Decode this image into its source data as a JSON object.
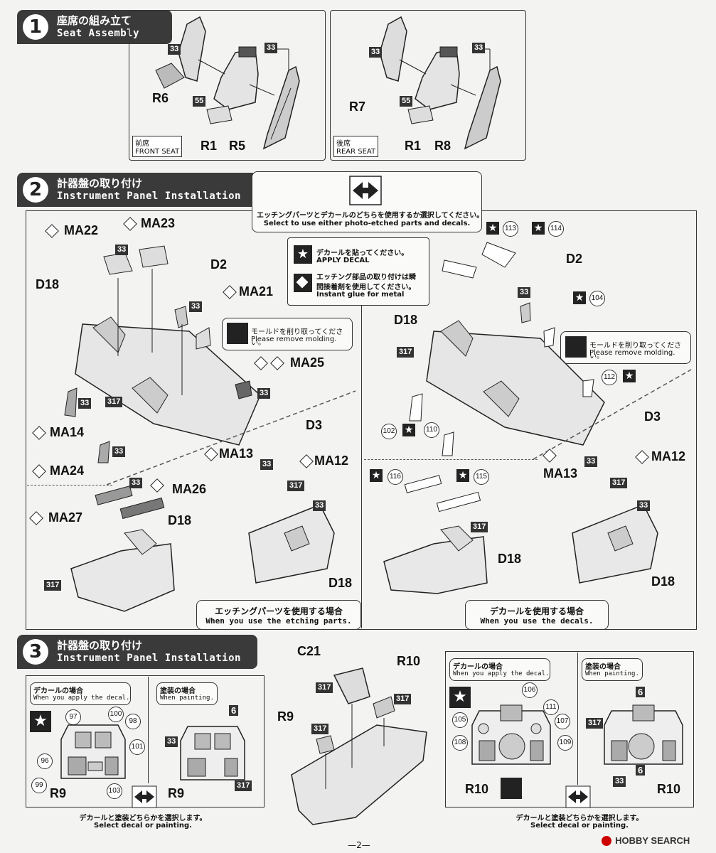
{
  "step1": {
    "number": "1",
    "title_jp": "座席の組み立て",
    "title_en": "Seat Assembly",
    "front_jp": "前席",
    "front_en": "FRONT SEAT",
    "rear_jp": "後席",
    "rear_en": "REAR SEAT",
    "front_parts": {
      "p33a": "33",
      "p33b": "33",
      "p55": "55",
      "r6": "R6",
      "r1": "R1",
      "r5": "R5"
    },
    "rear_parts": {
      "p33a": "33",
      "p33b": "33",
      "p55": "55",
      "r7": "R7",
      "r1": "R1",
      "r8": "R8"
    }
  },
  "step2": {
    "number": "2",
    "title_jp": "計器盤の取り付け",
    "title_en": "Instrument Panel Installation",
    "choose_jp": "エッチングパーツとデカールのどちらを使用するか選択してください。",
    "choose_en": "Select to use either photo-etched parts and decals.",
    "legend_decal_jp": "デカールを貼ってください。",
    "legend_decal_en": "APPLY DECAL",
    "legend_glue_jp1": "エッチング部品の取り付けは瞬",
    "legend_glue_jp2": "間接着剤を使用してください。",
    "legend_glue_en": "Instant glue for metal",
    "mold_jp": "モールドを削り取ってください。",
    "mold_en": "Please remove molding.",
    "etch_jp": "エッチングパーツを使用する場合",
    "etch_en": "When you use the etching parts.",
    "decal_jp": "デカールを使用する場合",
    "decal_en": "When you use the decals.",
    "left": {
      "ma22": "MA22",
      "ma23": "MA23",
      "d2": "D2",
      "d18": "D18",
      "ma21": "MA21",
      "ma25": "MA25",
      "ma14": "MA14",
      "ma24": "MA24",
      "ma13": "MA13",
      "d3": "D3",
      "ma12": "MA12",
      "ma27": "MA27",
      "ma26": "MA26",
      "d18b": "D18",
      "d18c": "D18",
      "n317": "317",
      "n33": "33"
    },
    "right": {
      "c113": "113",
      "c114": "114",
      "d2": "D2",
      "c104": "104",
      "d18": "D18",
      "c112": "112",
      "c102": "102",
      "c110": "110",
      "d3": "D3",
      "ma13": "MA13",
      "ma12": "MA12",
      "c116": "116",
      "c115": "115",
      "d18b": "D18",
      "d18c": "D18",
      "n317": "317",
      "n33": "33"
    }
  },
  "step3": {
    "number": "3",
    "title_jp": "計器盤の取り付け",
    "title_en": "Instrument Panel Installation",
    "decal_case_jp": "デカールの場合",
    "decal_case_en": "When you apply the decal.",
    "paint_case_jp": "塗装の場合",
    "paint_case_en": "When painting.",
    "select_jp": "デカールと塗装どちらかを選択します。",
    "select_en": "Select decal or painting.",
    "left_decals": [
      "97",
      "100",
      "98",
      "96",
      "101",
      "99",
      "103"
    ],
    "right_decals": [
      "106",
      "111",
      "105",
      "107",
      "108",
      "109"
    ],
    "labels": {
      "c21": "C21",
      "r10": "R10",
      "r9": "R9",
      "n317": "317",
      "n6": "6",
      "n33": "33"
    }
  },
  "footer": {
    "page": "—2—",
    "watermark": "H",
    "watermark_text": "OBBY SEARCH"
  }
}
